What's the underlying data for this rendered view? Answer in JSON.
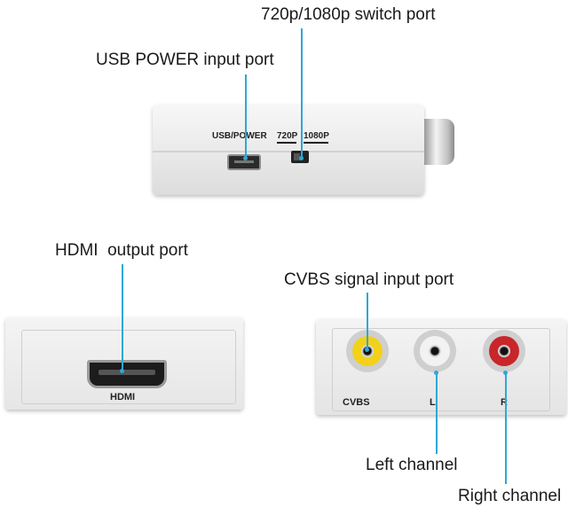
{
  "callouts": {
    "switch_port": "720p/1080p switch port",
    "usb_power": "USB POWER input port",
    "hdmi_output": "HDMI  output port",
    "cvbs_input": "CVBS signal input port",
    "left_channel": "Left channel",
    "right_channel": "Right channel"
  },
  "device_labels": {
    "usb_power": "USB/POWER",
    "p720": "720P",
    "p1080": "1080P",
    "hdmi": "HDMI",
    "cvbs": "CVBS",
    "left": "L",
    "right": "R"
  },
  "colors": {
    "leader_line": "#2fa7d6",
    "jack_yellow": "#f2d11b",
    "jack_white": "#f2f2f2",
    "jack_red": "#c8262a"
  }
}
